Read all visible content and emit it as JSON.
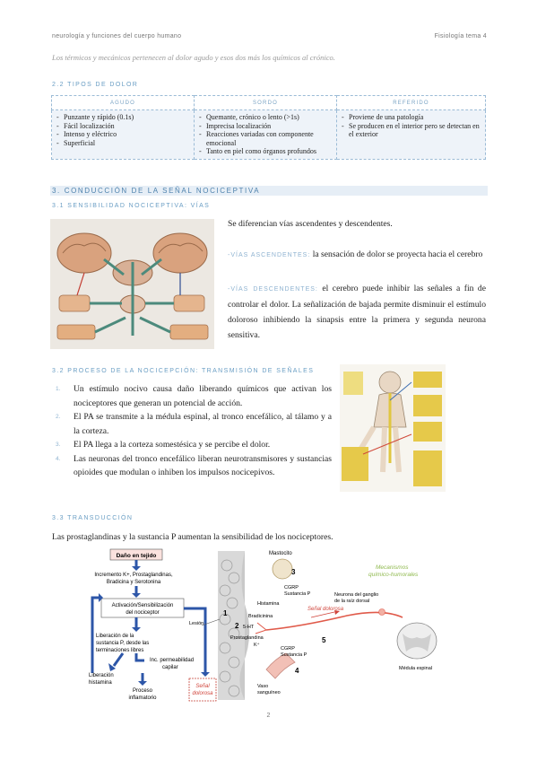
{
  "header": {
    "left": "neurología y funciones del cuerpo humano",
    "right": "Fisiología tema 4"
  },
  "intro": "Los térmicos y mecánicos pertenecen al dolor agudo y esos dos más los químicos al crónico.",
  "sec22": {
    "title": "2.2 TIPOS DE DOLOR"
  },
  "table": {
    "headers": [
      "AGUDO",
      "SORDO",
      "REFERIDO"
    ],
    "agudo": [
      "Punzante y rápido (0.1s)",
      "Fácil localización",
      "Intenso y eléctrico",
      "Superficial"
    ],
    "sordo": [
      "Quemante, crónico o lento (>1s)",
      "Imprecisa localización",
      "Reacciones variadas con componente emocional",
      "Tanto en piel como órganos profundos"
    ],
    "referido": [
      "Proviene de una patología",
      "Se producen en el interior pero se detectan en el exterior"
    ]
  },
  "sec3": {
    "title": "3. CONDUCCIÓN DE LA SEÑAL NOCICEPTIVA"
  },
  "sec31": {
    "title": "3.1 SENSIBILIDAD NOCICEPTIVA: VÍAS",
    "p1": "Se diferencian vías ascendentes y descendentes.",
    "asc_label": "-VÍAS ASCENDENTES:",
    "asc_text": "la sensación de dolor se proyecta hacia el cerebro",
    "desc_label": "-VÍAS DESCENDENTES:",
    "desc_text": "el cerebro puede inhibir las señales a fin de controlar el dolor. La señalización de bajada permite disminuir el estímulo doloroso inhibiendo la sinapsis entre la primera y segunda neurona sensitiva."
  },
  "sec32": {
    "title": "3.2 PROCESO DE LA NOCICEPCIÓN: TRANSMISIÓN DE SEÑALES",
    "steps": [
      {
        "n": "1.",
        "text": "Un estímulo nocivo causa daño liberando químicos que activan los nociceptores que generan un potencial de acción."
      },
      {
        "n": "2.",
        "text": "El PA se transmite a la médula espinal, al tronco encefálico, al tálamo y a la corteza."
      },
      {
        "n": "3.",
        "text": "El PA llega a la corteza somestésica y se percibe el dolor."
      },
      {
        "n": "4.",
        "text": "Las neuronas del tronco encefálico liberan neurotransmisores y sustancias opioides que modulan o inhiben los impulsos nocicepivos."
      }
    ]
  },
  "sec33": {
    "title": "3.3 TRANSDUCCIÓN",
    "p1": "Las prostaglandinas y la sustancia P aumentan la sensibilidad de los nociceptores."
  },
  "diagram": {
    "box_dano": "Daño en tejido",
    "incremento": [
      "Incremento K+, Prostaglandinas,",
      "Bradicina y Serotonina"
    ],
    "activacion": [
      "Activación/Sensibilización",
      "del nociceptor"
    ],
    "liberacion_p": [
      "Liberación de la",
      "sustancia P, desde las",
      "terminaciones libres"
    ],
    "inc_perm": [
      "Inc. permeabilidad",
      "capilar"
    ],
    "lib_hist": [
      "Liberación",
      "histamina"
    ],
    "proceso": [
      "Proceso",
      "inflamatorio"
    ],
    "senal": [
      "Señal",
      "dolorosa"
    ],
    "lesion": "Lesión",
    "mastocito": "Mastocito",
    "histamina": "Histamina",
    "bradicinina": "Bradicinina",
    "sht": "5-HT",
    "prostaglandina": "Prostaglandina",
    "k": "K⁺",
    "cgrp": "CGRP",
    "sustancia_p": "Sustancia P",
    "vaso": [
      "Vaso",
      "sanguíneo"
    ],
    "senal_dolorosa": "Señal dolorosa",
    "neurona": [
      "Neurona del ganglio",
      "de la raíz dorsal"
    ],
    "mecanismos": [
      "Mecanismos",
      "químico-humorales"
    ],
    "medula": "Médula espinal",
    "nums": [
      "1",
      "2",
      "3",
      "4",
      "5"
    ]
  },
  "page_number": "2",
  "colors": {
    "accent": "#6a9ec4",
    "table_bg": "#eef3f9",
    "red": "#e0453a"
  }
}
